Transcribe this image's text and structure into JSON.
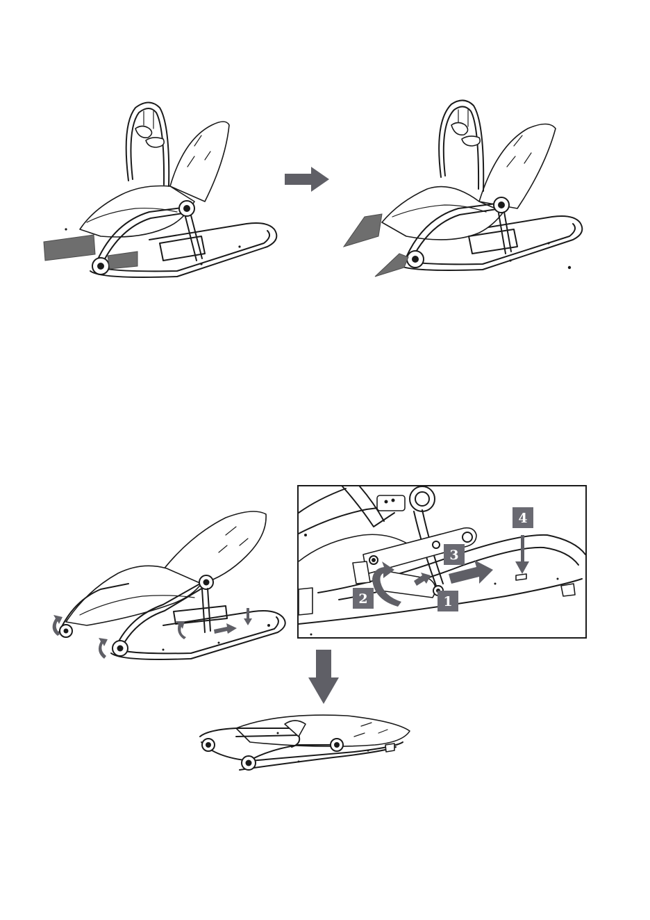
{
  "steps": [
    {
      "label": "1"
    },
    {
      "label": "2"
    },
    {
      "label": "3"
    },
    {
      "label": "4"
    }
  ],
  "colors": {
    "ink": "#1a1a1a",
    "arrow": "#5f5f66",
    "step_box": "#6a6a72",
    "pad": "#6e6e6e"
  },
  "icons": [
    "right-arrow-icon",
    "down-arrow-icon",
    "rotate-arrow-icon"
  ]
}
